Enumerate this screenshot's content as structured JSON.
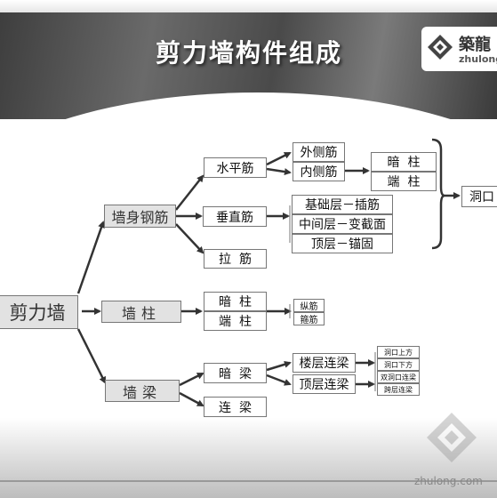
{
  "title": "剪力墙构件组成",
  "logo": {
    "cn": "築龍",
    "en": "zhulong"
  },
  "watermark": "zhulong.com",
  "nodes": {
    "root": "剪力墙",
    "wall_body_rebar": "墙身钢筋",
    "wall_column": "墙柱",
    "wall_beam": "墙梁",
    "horizontal_rebar": "水平筋",
    "vertical_rebar": "垂直筋",
    "tie_rebar": "拉  筋",
    "outer_rebar": "外侧筋",
    "inner_rebar": "内侧筋",
    "hidden_column_a": "暗  柱",
    "end_column_a": "端  柱",
    "foundation_layer": "基础层－插筋",
    "middle_layer": "中间层－变截面",
    "top_layer": "顶层－锚固",
    "opening": "洞口",
    "hidden_column_b": "暗  柱",
    "end_column_b": "端  柱",
    "longitudinal": "纵筋",
    "stirrup": "箍筋",
    "hidden_beam": "暗  梁",
    "coupling_beam": "连  梁",
    "floor_coupling_beam": "楼层连梁",
    "top_coupling_beam": "顶层连梁",
    "opening_above": "洞口上方",
    "opening_below": "洞口下方",
    "double_opening_beam": "双洞口连梁",
    "span_coupling_beam": "跨层连梁"
  }
}
